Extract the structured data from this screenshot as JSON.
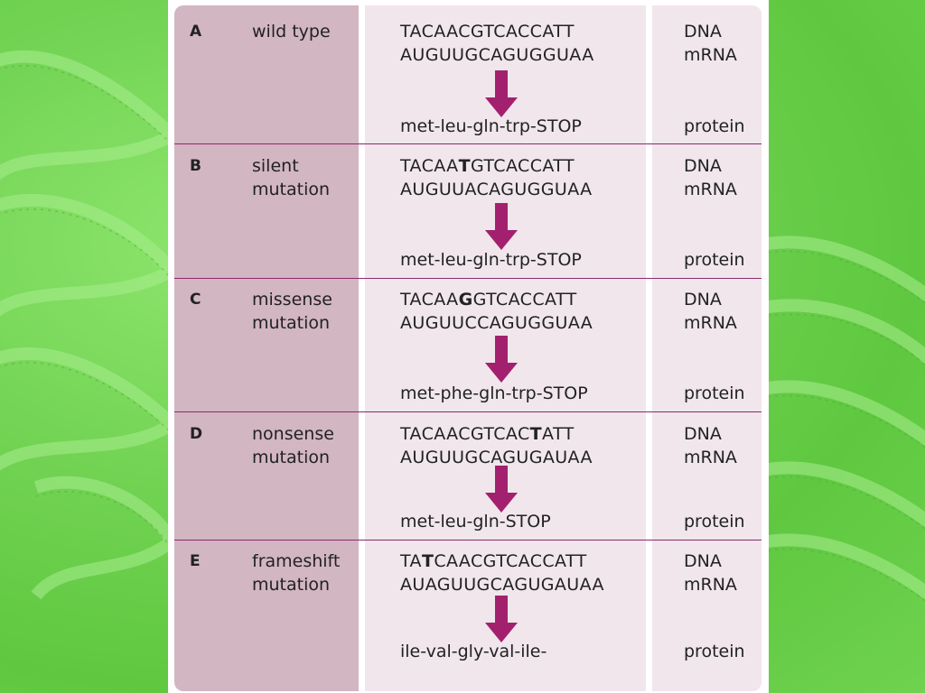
{
  "rows": [
    {
      "letter": "A",
      "type_line1": "wild type",
      "type_line2": "",
      "dna_parts": [
        "TACAACGTCACCATT",
        "",
        ""
      ],
      "mrna": "AUGUUGCAGUGGUAA",
      "protein": "met-leu-gln-trp-STOP",
      "label_dna": "DNA",
      "label_mrna": "mRNA",
      "label_protein": "protein"
    },
    {
      "letter": "B",
      "type_line1": "silent",
      "type_line2": "mutation",
      "dna_parts": [
        "TACAA",
        "T",
        "GTCACCATT"
      ],
      "mrna": "AUGUUACAGUGGUAA",
      "protein": "met-leu-gln-trp-STOP",
      "label_dna": "DNA",
      "label_mrna": "mRNA",
      "label_protein": "protein"
    },
    {
      "letter": "C",
      "type_line1": "missense",
      "type_line2": "mutation",
      "dna_parts": [
        "TACAA",
        "G",
        "GTCACCATT"
      ],
      "mrna": "AUGUUCCAGUGGUAA",
      "protein": "met-phe-gln-trp-STOP",
      "label_dna": "DNA",
      "label_mrna": "mRNA",
      "label_protein": "protein"
    },
    {
      "letter": "D",
      "type_line1": "nonsense",
      "type_line2": "mutation",
      "dna_parts": [
        "TACAACGTCAC",
        "T",
        "ATT"
      ],
      "mrna": "AUGUUGCAGUGAUAA",
      "protein": "met-leu-gln-STOP",
      "label_dna": "DNA",
      "label_mrna": "mRNA",
      "label_protein": "protein"
    },
    {
      "letter": "E",
      "type_line1": "frameshift",
      "type_line2": "mutation",
      "dna_parts": [
        "TA",
        "T",
        "CAACGTCACCATT"
      ],
      "mrna": "AUAGUUGCAGUGAUAA",
      "protein": "ile-val-gly-val-ile-",
      "label_dna": "DNA",
      "label_mrna": "mRNA",
      "label_protein": "protein"
    }
  ],
  "colors": {
    "arrow": "#a3206e",
    "divider": "#8c2a6e",
    "left_column": "#d2b6c2",
    "cell": "#f0e6ec",
    "background": "#74d455"
  },
  "icons": {
    "arrow": "down-arrow-icon"
  }
}
